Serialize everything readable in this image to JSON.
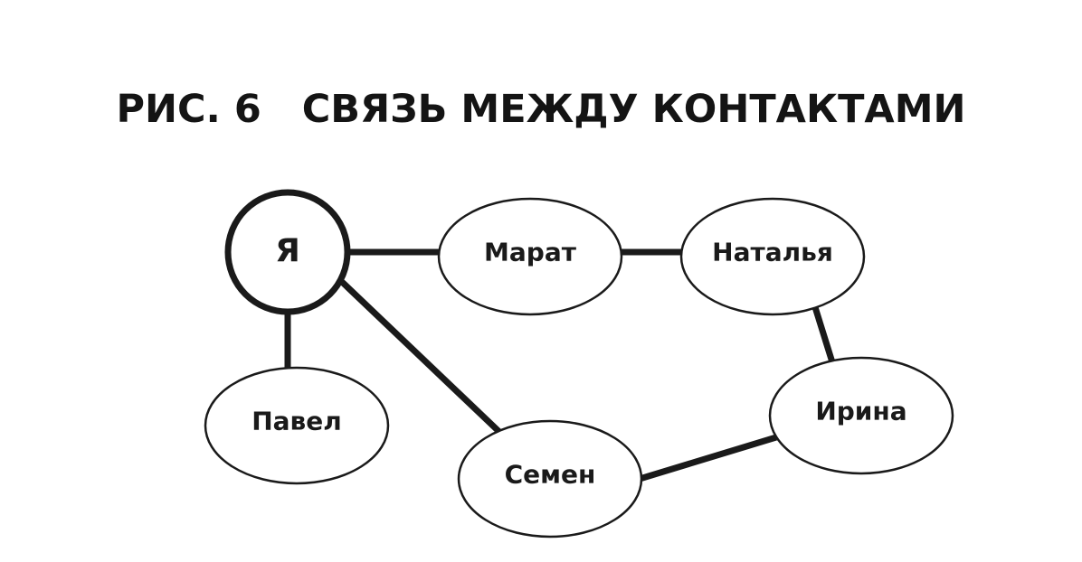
{
  "figure": {
    "title": "РИС. 6   СВЯЗЬ МЕЖДУ КОНТАКТАМИ"
  },
  "diagram": {
    "nodes": {
      "me": "Я",
      "marat": "Марат",
      "natalya": "Наталья",
      "pavel": "Павел",
      "semen": "Семен",
      "irina": "Ирина"
    },
    "edges": [
      {
        "from": "me",
        "to": "marat"
      },
      {
        "from": "marat",
        "to": "natalya"
      },
      {
        "from": "natalya",
        "to": "irina"
      },
      {
        "from": "irina",
        "to": "semen"
      },
      {
        "from": "me",
        "to": "semen"
      },
      {
        "from": "me",
        "to": "pavel"
      }
    ]
  }
}
